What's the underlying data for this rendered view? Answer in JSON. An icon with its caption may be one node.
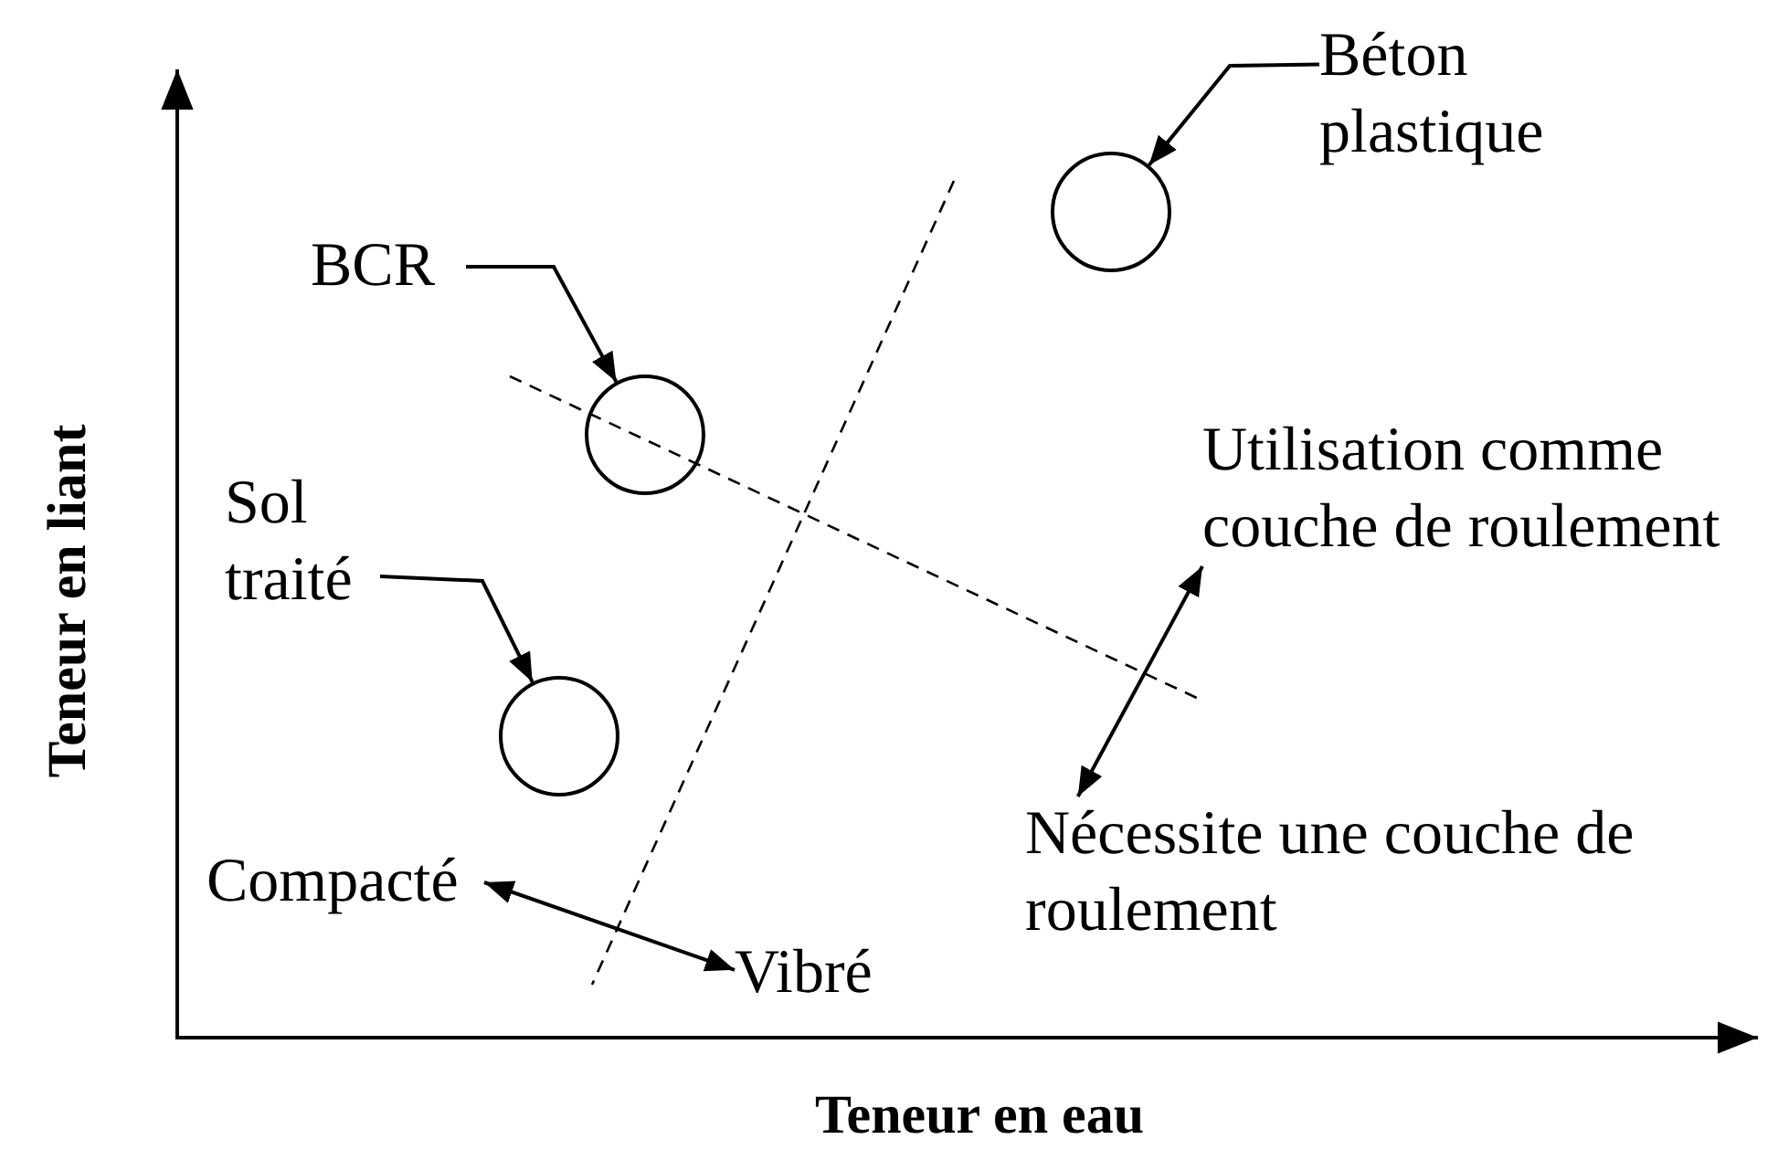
{
  "diagram": {
    "nodes": [
      {
        "text": [
          "Béton plastique"
        ]
      },
      {
        "text": [],
        "shape": "circle"
      },
      {
        "text": [
          "BCR"
        ]
      },
      {
        "text": [],
        "shape": "circle"
      },
      {
        "text": [
          "Utilisation comme couche de roulement"
        ]
      },
      {
        "text": [
          "Sol traité"
        ]
      },
      {
        "text": [],
        "shape": "circle"
      },
      {
        "text": [
          "Nécessite une couche de roulement"
        ]
      },
      {
        "text": [
          "Compacté"
        ]
      },
      {
        "text": [
          "Vibré"
        ]
      }
    ],
    "edges": [
      {
        "from": 0,
        "to": 1,
        "arrow": "to"
      },
      {
        "from": 2,
        "to": 3,
        "arrow": "to"
      },
      {
        "from": 5,
        "to": 6,
        "arrow": "to"
      },
      {
        "from": 4,
        "to": 7,
        "arrow": "both"
      },
      {
        "from": 8,
        "to": 9,
        "arrow": "both"
      }
    ],
    "labels": [
      "Teneur en liant",
      "Teneur en eau"
    ]
  }
}
